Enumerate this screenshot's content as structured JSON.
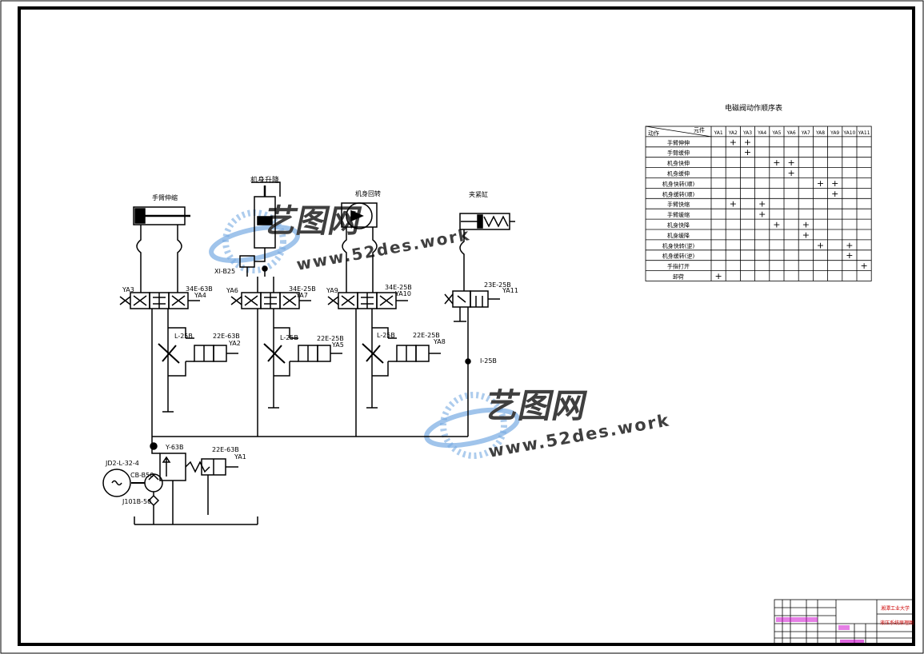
{
  "labels": {
    "arm_telescope": "手臂伸缩",
    "body_lift": "机身升降",
    "body_rotate": "机身回转",
    "clamp_cylinder": "夹紧缸",
    "xi_b25": "XI-B25",
    "ya3": "YA3",
    "ya4": "YA4",
    "ya6": "YA6",
    "ya7": "YA7",
    "ya9": "YA9",
    "ya10": "YA10",
    "ya11": "YA11",
    "ya2": "YA2",
    "ya5": "YA5",
    "ya8": "YA8",
    "ya1": "YA1",
    "v1": "34E-63B",
    "v2": "34E-25B",
    "v3": "34E-25B",
    "v4": "23E-25B",
    "s1": "22E-63B",
    "s2": "22E-25B",
    "s3": "22E-25B",
    "s5": "22E-63B",
    "l1": "L-25B",
    "l2": "L-25B",
    "l3": "L-25B",
    "check": "I-25B",
    "relief": "Y-63B",
    "motor": "JD2-L-32-4",
    "pump": "CB-B50",
    "filter": "J101B-50"
  },
  "table": {
    "title": "电磁阀动作顺序表",
    "corner_action": "动作",
    "corner_part": "元件",
    "columns": [
      "YA1",
      "YA2",
      "YA3",
      "YA4",
      "YA5",
      "YA6",
      "YA7",
      "YA8",
      "YA9",
      "YA10",
      "YA11"
    ],
    "rows": [
      {
        "name": "手臂伸伸",
        "marks": [
          "",
          "+",
          "+",
          "",
          "",
          "",
          "",
          "",
          "",
          "",
          ""
        ]
      },
      {
        "name": "手臂缓伸",
        "marks": [
          "",
          "",
          "+",
          "",
          "",
          "",
          "",
          "",
          "",
          "",
          ""
        ]
      },
      {
        "name": "机身快伸",
        "marks": [
          "",
          "",
          "",
          "",
          "+",
          "+",
          "",
          "",
          "",
          "",
          ""
        ]
      },
      {
        "name": "机身缓伸",
        "marks": [
          "",
          "",
          "",
          "",
          "",
          "+",
          "",
          "",
          "",
          "",
          ""
        ]
      },
      {
        "name": "机身快转(顺)",
        "marks": [
          "",
          "",
          "",
          "",
          "",
          "",
          "",
          "+",
          "+",
          "",
          ""
        ]
      },
      {
        "name": "机身缓转(顺)",
        "marks": [
          "",
          "",
          "",
          "",
          "",
          "",
          "",
          "",
          "+",
          "",
          ""
        ]
      },
      {
        "name": "手臂快缩",
        "marks": [
          "",
          "+",
          "",
          "+",
          "",
          "",
          "",
          "",
          "",
          "",
          ""
        ]
      },
      {
        "name": "手臂缓缩",
        "marks": [
          "",
          "",
          "",
          "+",
          "",
          "",
          "",
          "",
          "",
          "",
          ""
        ]
      },
      {
        "name": "机身快降",
        "marks": [
          "",
          "",
          "",
          "",
          "+",
          "",
          "+",
          "",
          "",
          "",
          ""
        ]
      },
      {
        "name": "机身缓降",
        "marks": [
          "",
          "",
          "",
          "",
          "",
          "",
          "+",
          "",
          "",
          "",
          ""
        ]
      },
      {
        "name": "机身快转(逆)",
        "marks": [
          "",
          "",
          "",
          "",
          "",
          "",
          "",
          "+",
          "",
          "+",
          ""
        ]
      },
      {
        "name": "机身缓转(逆)",
        "marks": [
          "",
          "",
          "",
          "",
          "",
          "",
          "",
          "",
          "",
          "+",
          ""
        ]
      },
      {
        "name": "手指打开",
        "marks": [
          "",
          "",
          "",
          "",
          "",
          "",
          "",
          "",
          "",
          "",
          "+"
        ]
      },
      {
        "name": "卸荷",
        "marks": [
          "+",
          "",
          "",
          "",
          "",
          "",
          "",
          "",
          "",
          "",
          ""
        ]
      }
    ]
  },
  "title_block": {
    "school": "湘潭工业大学",
    "drawing": "液压系统原理图"
  },
  "watermark": {
    "brand": "艺图网",
    "url": "www.52des.work"
  },
  "colors": {
    "line": "#000000",
    "watermark": "#4a8fd8",
    "magenta": "#cc00cc",
    "red": "#cc0000"
  }
}
